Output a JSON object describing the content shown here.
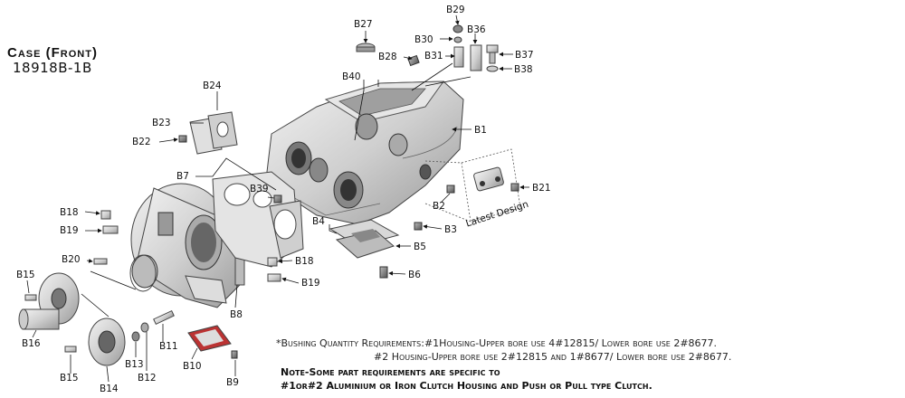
{
  "title": "Case (Front)",
  "part_number": "18918B-1B",
  "labels": {
    "B1": "B1",
    "B2": "B2",
    "B3": "B3",
    "B4": "B4",
    "B5": "B5",
    "B6": "B6",
    "B7": "B7",
    "B8": "B8",
    "B9": "B9",
    "B10": "B10",
    "B11": "B11",
    "B12": "B12",
    "B13": "B13",
    "B14": "B14",
    "B15a": "B15",
    "B15b": "B15",
    "B16": "B16",
    "B18a": "B18",
    "B18b": "B18",
    "B19a": "B19",
    "B19b": "B19",
    "B20": "B20",
    "B21": "B21",
    "B22": "B22",
    "B23": "B23",
    "B24": "B24",
    "B27": "B27",
    "B28": "B28",
    "B29": "B29",
    "B30": "B30",
    "B31": "B31",
    "B36": "B36",
    "B37": "B37",
    "B38": "B38",
    "B39": "B39",
    "B40": "B40"
  },
  "latest_design": "Latest Design",
  "notes": {
    "line1": "*Bushing Quantity Requirements:#1Housing-Upper bore use 4#12815/ Lower bore use 2#8677.",
    "line2": "#2 Housing-Upper bore use 2#12815 and 1#8677/ Lower bore use 2#8677.",
    "line3": "Note-Some part requirements are specific to",
    "line4": "#1or#2 Aluminium or Iron Clutch Housing and Push or Pull type Clutch."
  }
}
